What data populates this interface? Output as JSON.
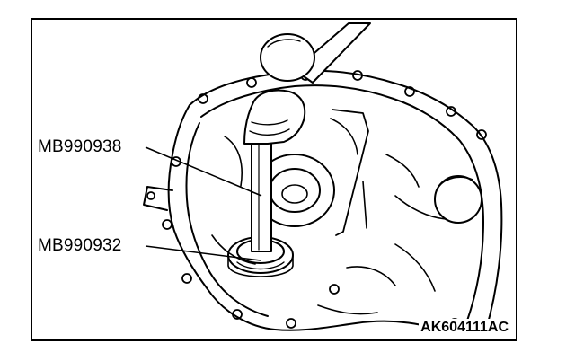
{
  "callouts": {
    "upper_tool": "MB990938",
    "lower_tool": "MB990932"
  },
  "figure_id": "AK604111AC"
}
